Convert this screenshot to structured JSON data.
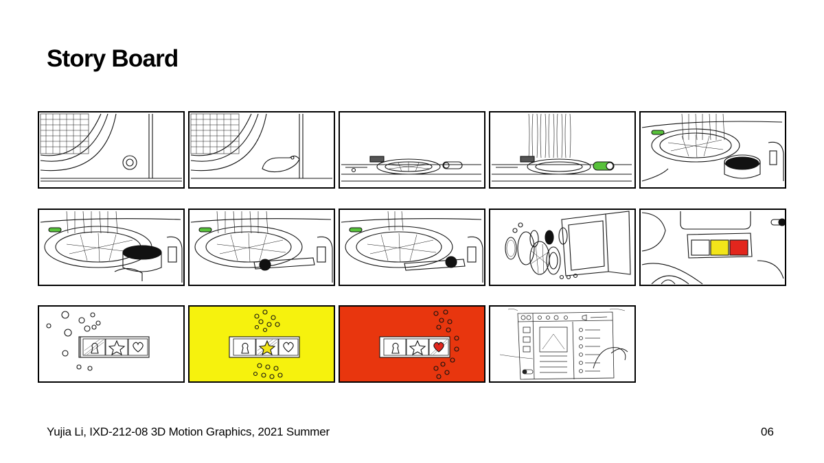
{
  "page": {
    "title": "Story Board",
    "footer_text": "Yujia Li, IXD-212-08 3D Motion Graphics, 2021 Summer",
    "page_number": "06"
  },
  "colors": {
    "yellow_bg": "#f6f20d",
    "red_bg": "#e8360e",
    "green_switch": "#57c13a",
    "star_yellow": "#f2e51a",
    "heart_red": "#e2261d"
  },
  "frames": [
    {
      "scene": "closeup-grille-knob"
    },
    {
      "scene": "closeup-grille-hand"
    },
    {
      "scene": "wide-speaker-on-table"
    },
    {
      "scene": "sound-lines-switch-on"
    },
    {
      "scene": "knob-turning"
    },
    {
      "scene": "knob-closeup"
    },
    {
      "scene": "slider-hand"
    },
    {
      "scene": "slider-moved"
    },
    {
      "scene": "exploded-parts"
    },
    {
      "scene": "color-buttons-panel"
    },
    {
      "scene": "icon-bar-bubbles-white"
    },
    {
      "scene": "icon-bar-star-yellow"
    },
    {
      "scene": "icon-bar-heart-red"
    },
    {
      "scene": "ui-wireframe-sketch"
    }
  ]
}
